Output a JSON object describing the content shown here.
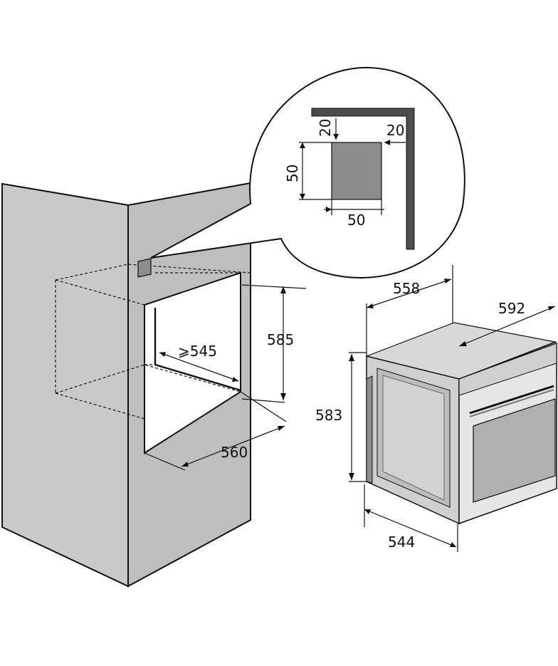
{
  "labels": {
    "niche_depth": "⩾545",
    "niche_height": "585",
    "niche_width": "560",
    "detail_top": "20",
    "detail_right": "20",
    "detail_height": "50",
    "detail_width": "50",
    "oven_depth": "558",
    "oven_width": "592",
    "oven_height": "583",
    "oven_body_width": "544"
  },
  "colors": {
    "cabinet_fill": "#c8c8c8",
    "cabinet_side": "#bdbdbd",
    "vent_square": "#8c8c8c",
    "oven_body": "#d6d6d6",
    "oven_front": "#e2e2e2",
    "oven_window": "#b0b0b0",
    "line": "#111111"
  }
}
